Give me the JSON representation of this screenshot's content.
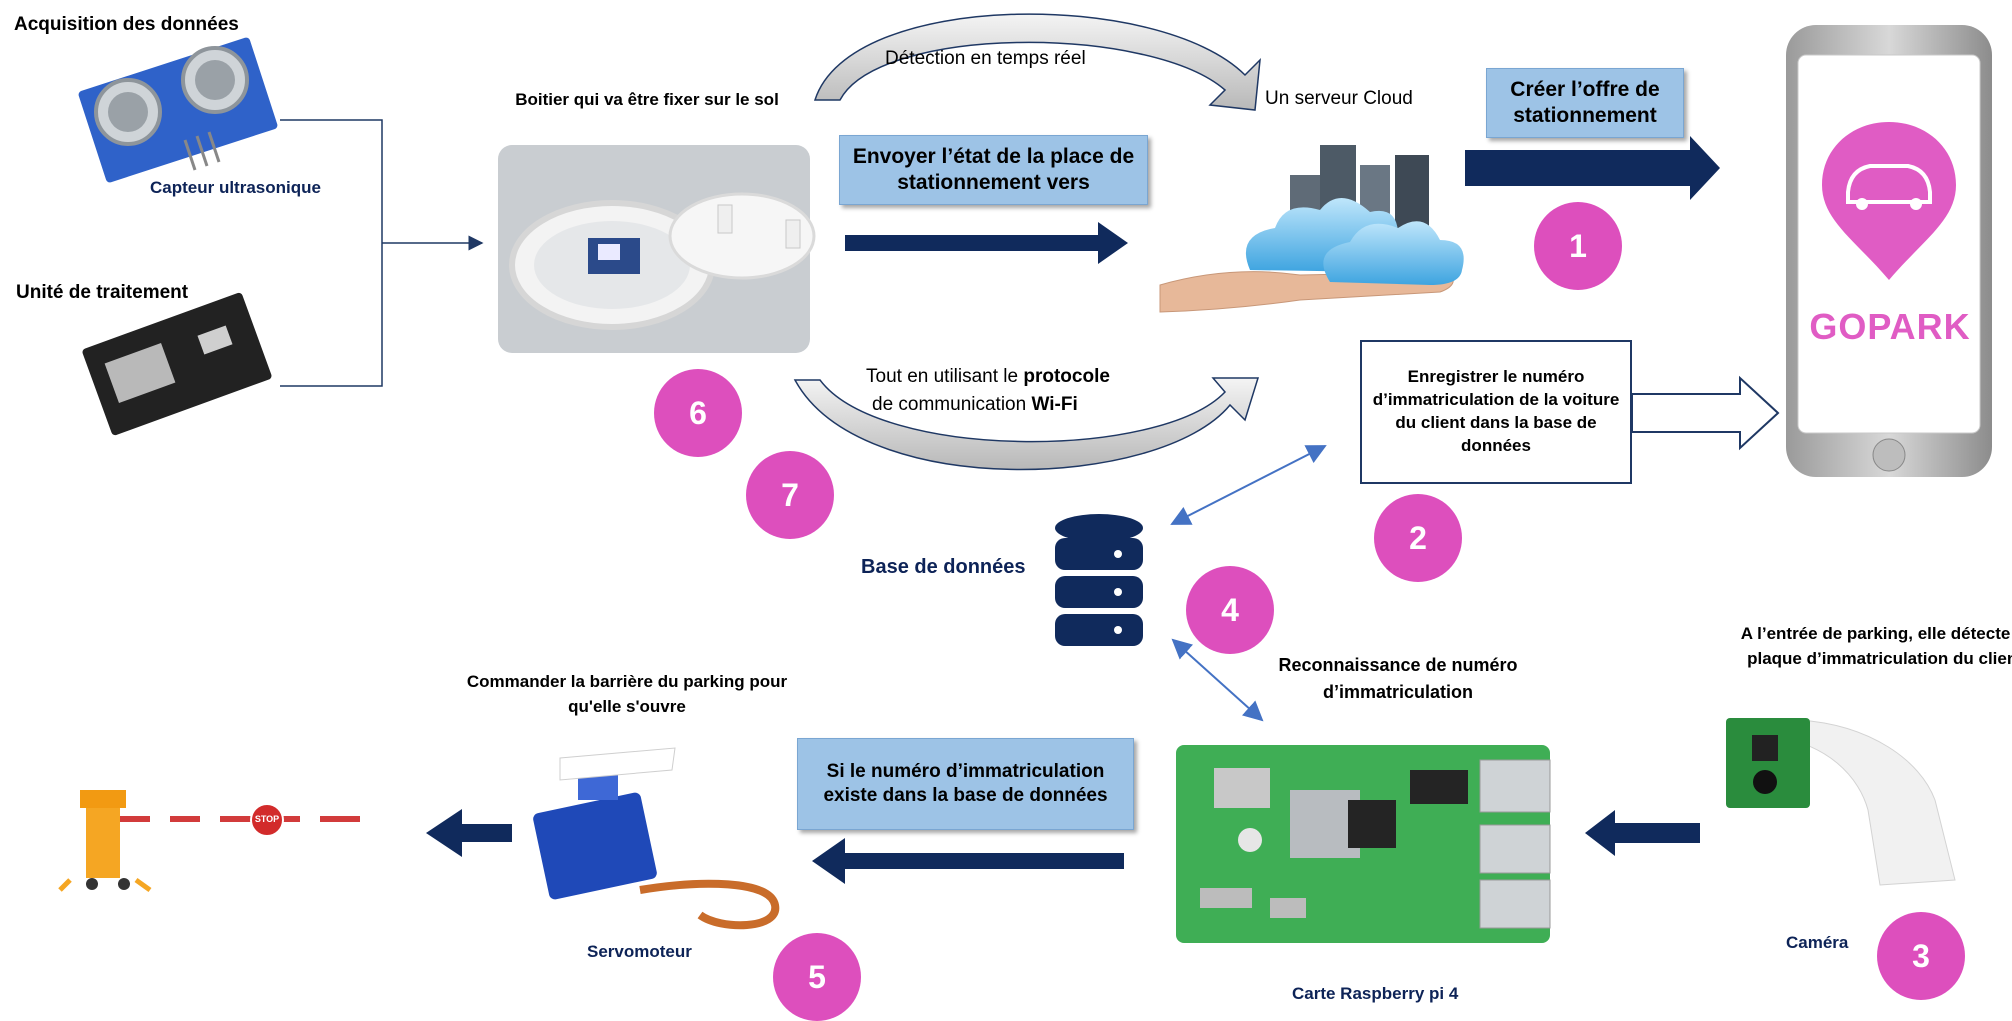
{
  "labels": {
    "acquisition": "Acquisition des données",
    "capteur": "Capteur ultrasonique",
    "unite": "Unité de traitement",
    "boitier": "Boitier qui va être fixer sur le sol",
    "detection": "Détection en temps réel",
    "serveur": "Un serveur Cloud",
    "protocole_pre": "Tout en utilisant le ",
    "protocole_b": "protocole",
    "protocole2_pre": "de communication ",
    "protocole2_b": "Wi-Fi",
    "base": "Base de données",
    "reconnaissance": "Reconnaissance de numéro d’immatriculation",
    "entree": "A l’entrée de parking, elle détecte la plaque d’immatriculation du client",
    "commander": "Commander la barrière du parking pour qu'elle s'ouvre",
    "servomoteur": "Servomoteur",
    "raspberry": "Carte Raspberry pi 4",
    "camera": "Caméra"
  },
  "boxes": {
    "envoyer": "Envoyer l’état de la place de stationnement vers",
    "creer": "Créer l’offre de stationnement",
    "enregistrer": "Enregistrer le numéro d’immatriculation de la voiture du client dans la base de données",
    "si": "Si le numéro d’immatriculation existe dans la base de données"
  },
  "steps": [
    "1",
    "2",
    "3",
    "4",
    "5",
    "6",
    "7"
  ],
  "app": {
    "name": "GOPARK",
    "brand_color": "#e05cc4"
  },
  "barrier_sign": "STOP",
  "colors": {
    "navy": "#0d2357",
    "pink": "#dd4fbd",
    "light_blue": "#9dc3e6"
  }
}
